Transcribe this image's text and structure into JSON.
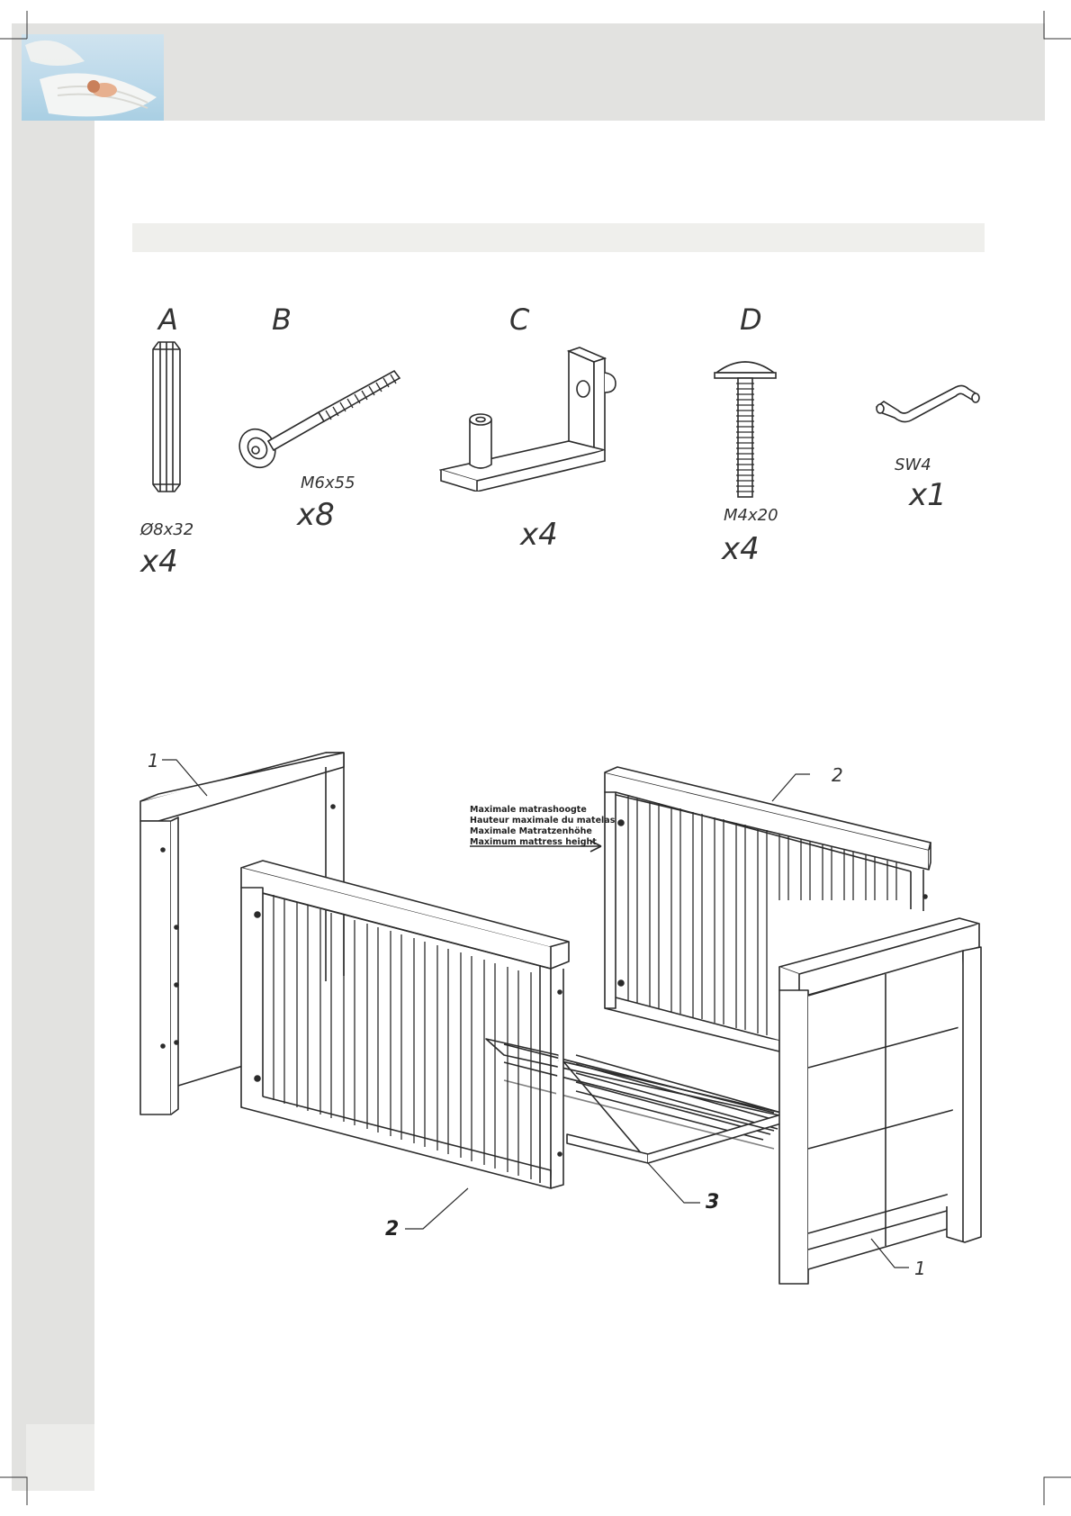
{
  "parts": [
    {
      "letter": "A",
      "size": "Ø8x32",
      "qty": "x4",
      "icon": "wooden-dowel-icon"
    },
    {
      "letter": "B",
      "size": "M6x55",
      "qty": "x8",
      "icon": "bolt-screw-icon"
    },
    {
      "letter": "C",
      "size": "",
      "qty": "x4",
      "icon": "metal-bracket-icon"
    },
    {
      "letter": "D",
      "size": "M4x20",
      "qty": "x4",
      "icon": "machine-screw-icon"
    },
    {
      "letter": "",
      "size": "SW4",
      "qty": "x1",
      "icon": "allen-key-icon"
    }
  ],
  "mattress_note": {
    "lines": [
      "Maximale matrashoogte",
      "Hauteur maximale du matelas",
      "Maximale Matratzenhöhe",
      "Maximum mattress height"
    ]
  },
  "callouts": {
    "end_panel_left": "1",
    "end_panel_right": "1",
    "side_rail_back": "2",
    "side_rail_front": "2",
    "slat_base": "3"
  },
  "colors": {
    "frame_band": "#e2e2e0",
    "section_bar": "#efefec",
    "line": "#2b2b2b"
  }
}
